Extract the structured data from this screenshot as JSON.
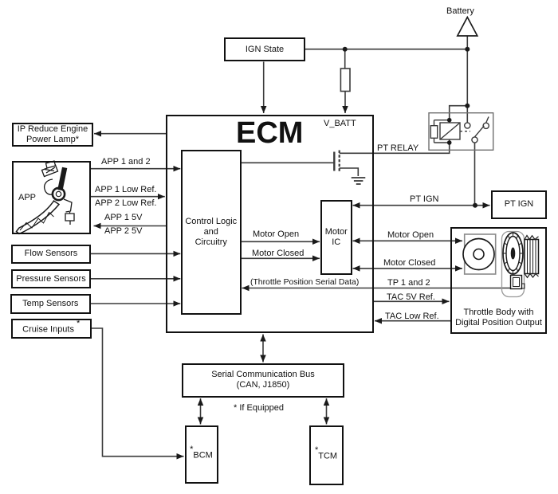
{
  "diagram": {
    "title": "ECM electronic throttle control block diagram",
    "colors": {
      "wire": "#3a3a3a",
      "box_border": "#111111",
      "relay_outline": "#6e6e6e",
      "background": "#ffffff"
    },
    "battery": {
      "label": "Battery"
    },
    "boxes": {
      "ign_state": {
        "label": "IGN State"
      },
      "ip_lamp": {
        "line1": "IP Reduce Engine",
        "line2": "Power Lamp*"
      },
      "app": {
        "label": "APP"
      },
      "flow": {
        "label": "Flow Sensors"
      },
      "pressure": {
        "label": "Pressure Sensors"
      },
      "temp": {
        "label": "Temp Sensors"
      },
      "cruise": {
        "label": "Cruise Inputs",
        "star": "*"
      },
      "ecm": {
        "title": "ECM",
        "v_batt": "V_BATT"
      },
      "control_logic": {
        "line1": "Control Logic",
        "line2": "and",
        "line3": "Circuitry"
      },
      "motor_ic": {
        "line1": "Motor",
        "line2": "IC"
      },
      "pt_ign": {
        "label": "PT IGN"
      },
      "throttle_body": {
        "line1": "Throttle Body with",
        "line2": "Digital Position Output"
      },
      "serial_bus": {
        "line1": "Serial Communication Bus",
        "line2": "(CAN, J1850)"
      },
      "bcm": {
        "star": "*",
        "label": "BCM"
      },
      "tcm": {
        "star": "*",
        "label": "TCM"
      }
    },
    "wire_labels": {
      "pt_relay": "PT RELAY",
      "pt_ign": "PT IGN",
      "motor_open_in": "Motor Open",
      "motor_closed_in": "Motor Closed",
      "serial_data": "(Throttle Position Serial Data)",
      "motor_open_out": "Motor Open",
      "motor_closed_out": "Motor Closed",
      "tp_1_and_2": "TP 1 and 2",
      "tac_5v": "TAC 5V Ref.",
      "tac_low": "TAC Low Ref.",
      "app_1_and_2": "APP 1 and 2",
      "app_1_low": "APP 1 Low Ref.",
      "app_2_low": "APP 2 Low Ref.",
      "app_1_5v": "APP 1 5V",
      "app_2_5v": "APP 2 5V",
      "if_equipped": "* If Equipped"
    }
  }
}
